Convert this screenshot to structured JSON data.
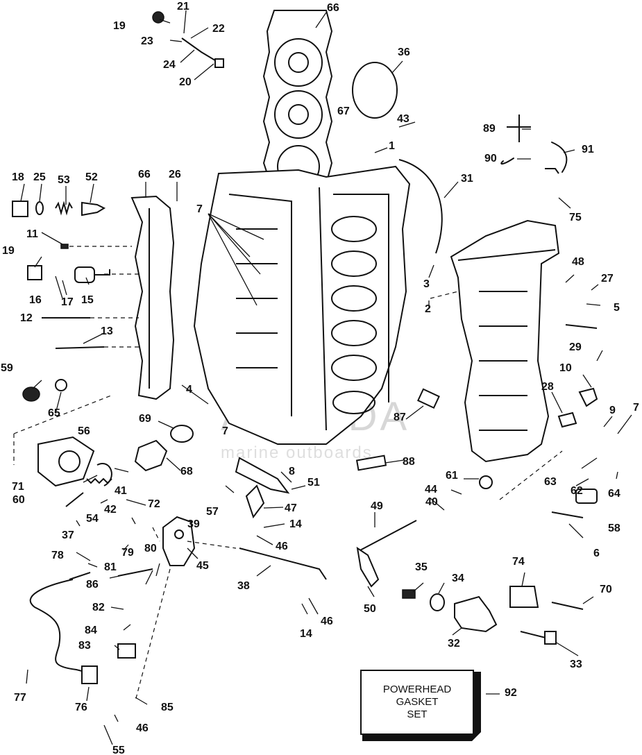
{
  "callouts": {
    "c1": "1",
    "c2": "2",
    "c3": "3",
    "c4": "4",
    "c5": "5",
    "c6": "6",
    "c7a": "7",
    "c7b": "7",
    "c7c": "7",
    "c8": "8",
    "c9": "9",
    "c10": "10",
    "c11": "11",
    "c12": "12",
    "c13": "13",
    "c14a": "14",
    "c14b": "14",
    "c15": "15",
    "c16": "16",
    "c17": "17",
    "c18": "18",
    "c19a": "19",
    "c19b": "19",
    "c20": "20",
    "c21": "21",
    "c22": "22",
    "c23": "23",
    "c24": "24",
    "c25": "25",
    "c26": "26",
    "c27": "27",
    "c28": "28",
    "c29": "29",
    "c31": "31",
    "c32": "32",
    "c33": "33",
    "c34": "34",
    "c35": "35",
    "c36": "36",
    "c37": "37",
    "c38": "38",
    "c39": "39",
    "c40": "40",
    "c41": "41",
    "c42": "42",
    "c43": "43",
    "c44": "44",
    "c45": "45",
    "c46a": "46",
    "c46b": "46",
    "c46c": "46",
    "c47": "47",
    "c48": "48",
    "c49": "49",
    "c50": "50",
    "c51": "51",
    "c52": "52",
    "c53": "53",
    "c54": "54",
    "c55": "55",
    "c56": "56",
    "c57": "57",
    "c58": "58",
    "c59": "59",
    "c60": "60",
    "c61": "61",
    "c62": "62",
    "c63": "63",
    "c64": "64",
    "c65": "65",
    "c66a": "66",
    "c66b": "66",
    "c67": "67",
    "c68": "68",
    "c69": "69",
    "c70": "70",
    "c71": "71",
    "c72": "72",
    "c74": "74",
    "c75": "75",
    "c76": "76",
    "c77": "77",
    "c78": "78",
    "c79": "79",
    "c80": "80",
    "c81": "81",
    "c82": "82",
    "c83": "83",
    "c84": "84",
    "c85": "85",
    "c86": "86",
    "c87": "87",
    "c88": "88",
    "c89": "89",
    "c90": "90",
    "c91": "91",
    "c92": "92"
  },
  "kit_box": {
    "line1": "POWERHEAD",
    "line2": "GASKET",
    "line3": "SET"
  },
  "watermark": {
    "brand": "ARMADA",
    "tagline": "marine outboards",
    "logo_color": "#e0619a"
  }
}
